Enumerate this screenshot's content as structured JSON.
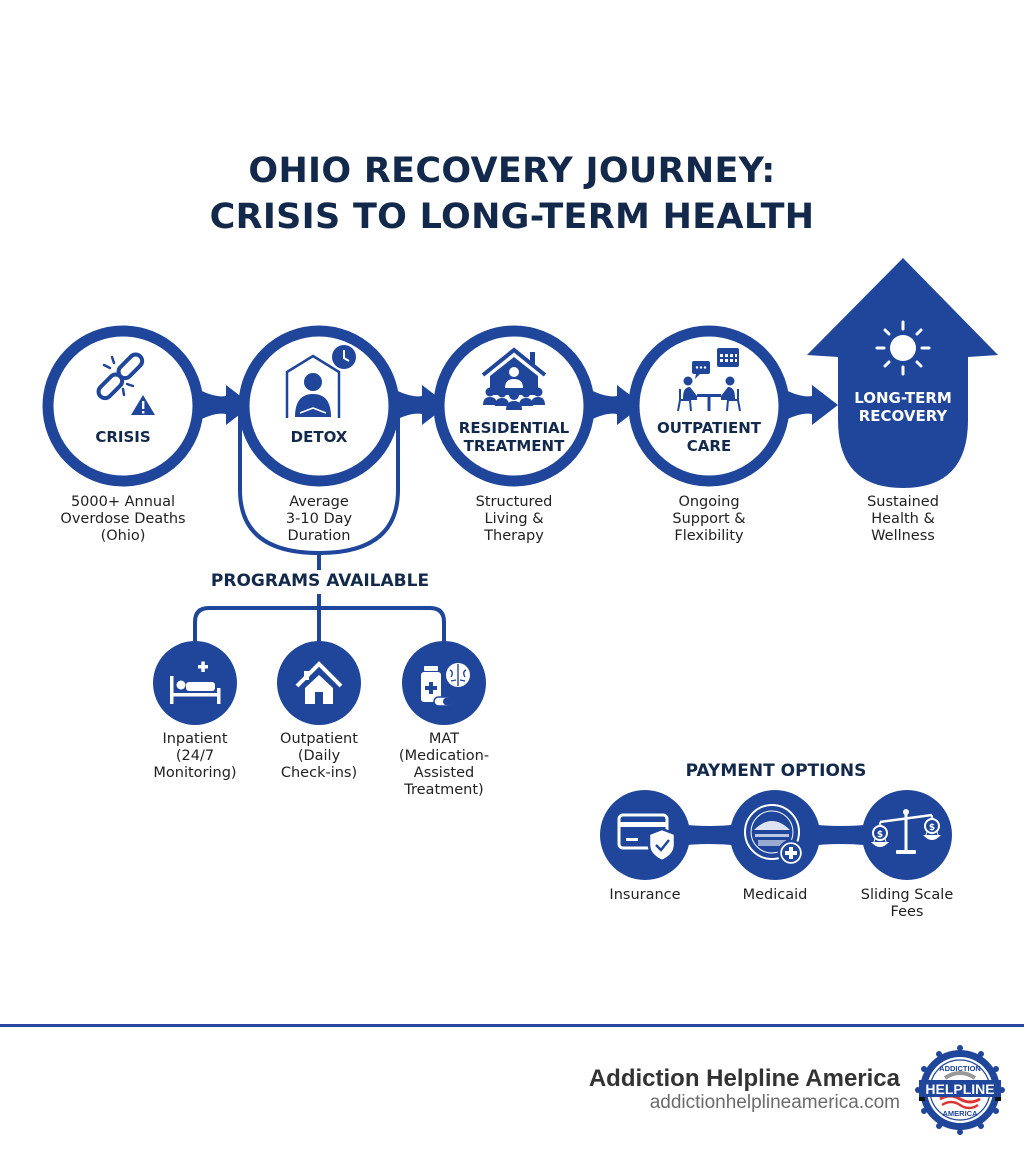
{
  "header": {
    "title_line1": "OHIO RECOVERY JOURNEY:",
    "title_line2": "CRISIS TO LONG-TERM HEALTH"
  },
  "colors": {
    "primary_blue": "#1f469a",
    "title_navy": "#13294b",
    "divider_blue": "#2a46a0",
    "background": "#ffffff"
  },
  "journey": {
    "stages": [
      {
        "id": "crisis",
        "label_lines": [
          "CRISIS"
        ],
        "icon": "broken-chain-warning-icon",
        "description_lines": [
          "5000+ Annual",
          "Overdose Deaths",
          "(Ohio)"
        ]
      },
      {
        "id": "detox",
        "label_lines": [
          "DETOX"
        ],
        "icon": "person-in-house-clock-icon",
        "description_lines": [
          "Average",
          "3-10 Day",
          "Duration"
        ]
      },
      {
        "id": "residential",
        "label_lines": [
          "RESIDENTIAL",
          "TREATMENT"
        ],
        "icon": "house-group-icon",
        "description_lines": [
          "Structured",
          "Living &",
          "Therapy"
        ]
      },
      {
        "id": "outpatient",
        "label_lines": [
          "OUTPATIENT",
          "CARE"
        ],
        "icon": "counseling-table-calendar-icon",
        "description_lines": [
          "Ongoing",
          "Support &",
          "Flexibility"
        ]
      },
      {
        "id": "long-term",
        "label_lines": [
          "LONG-TERM",
          "RECOVERY"
        ],
        "icon": "sun-icon",
        "description_lines": [
          "Sustained",
          "Health &",
          "Wellness"
        ]
      }
    ]
  },
  "programs": {
    "heading": "PROGRAMS AVAILABLE",
    "items": [
      {
        "icon": "hospital-bed-icon",
        "lines": [
          "Inpatient",
          "(24/7",
          "Monitoring)"
        ]
      },
      {
        "icon": "house-icon",
        "lines": [
          "Outpatient",
          "(Daily",
          "Check-ins)"
        ]
      },
      {
        "icon": "medication-brain-icon",
        "lines": [
          "MAT",
          "(Medication-",
          "Assisted",
          "Treatment)"
        ]
      }
    ]
  },
  "payment": {
    "heading": "PAYMENT OPTIONS",
    "items": [
      {
        "icon": "insurance-card-shield-icon",
        "lines": [
          "Insurance"
        ]
      },
      {
        "icon": "ohio-seal-medical-cross-icon",
        "lines": [
          "Medicaid"
        ]
      },
      {
        "icon": "balance-scale-dollar-icon",
        "lines": [
          "Sliding Scale",
          "Fees"
        ]
      }
    ]
  },
  "footer": {
    "brand_name": "Addiction Helpline America",
    "brand_url": "addictionhelplineamerica.com",
    "badge": {
      "top_text": "ADDICTION",
      "middle_text": "HELPLINE",
      "bottom_text": "AMERICA"
    }
  }
}
